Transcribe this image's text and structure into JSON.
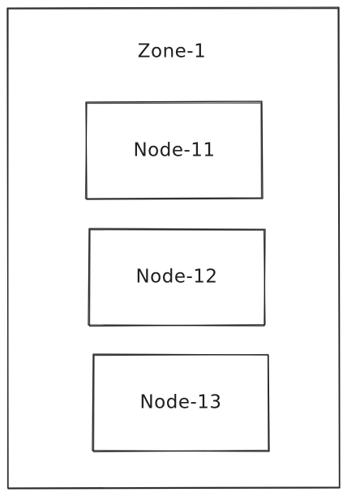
{
  "zone": {
    "label": "Zone-1"
  },
  "nodes": [
    {
      "label": "Node-11"
    },
    {
      "label": "Node-12"
    },
    {
      "label": "Node-13"
    }
  ],
  "colors": {
    "stroke": "#1e1e1e",
    "background": "#ffffff"
  }
}
